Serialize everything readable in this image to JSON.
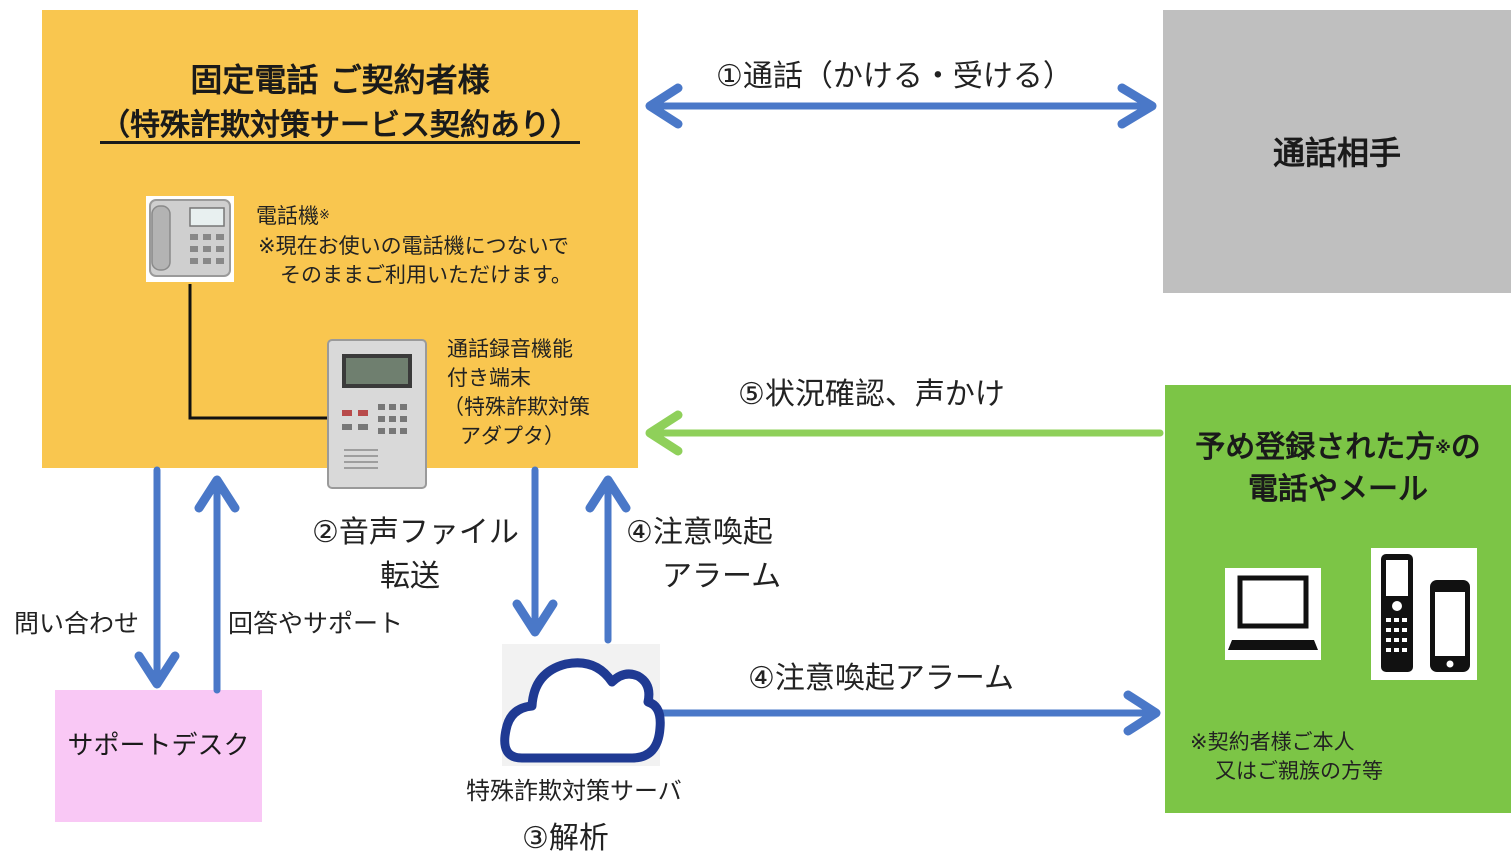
{
  "subscriber": {
    "title": "固定電話 ご契約者様",
    "subtitle": "（特殊詐欺対策サービス契約あり）",
    "phone_label": "電話機",
    "phone_mark": "※",
    "phone_note_1": "※現在お使いの電話機につないで",
    "phone_note_2": "そのままご利用いただけます。",
    "adapter_line_1": "通話録音機能",
    "adapter_line_2": "付き端末",
    "adapter_line_3": "（特殊詐欺対策",
    "adapter_line_4": "アダプタ）"
  },
  "partner": {
    "label": "通話相手"
  },
  "registered": {
    "title_line_1_a": "予め登録された方",
    "title_mark": "※",
    "title_line_1_b": "の",
    "title_line_2": "電話やメール",
    "note_1": "※契約者様ご本人",
    "note_2": "又はご親族の方等"
  },
  "support_desk": {
    "label": "サポートデスク"
  },
  "server": {
    "label": "特殊詐欺対策サーバ",
    "step": "③解析"
  },
  "flows": {
    "call": "①通話（かける・受ける）",
    "upload_1": "②音声ファイル",
    "upload_2": "転送",
    "alert_up_1": "④注意喚起",
    "alert_up_2": "アラーム",
    "alert_right": "④注意喚起アラーム",
    "check": "⑤状況確認、声かけ",
    "inquiry": "問い合わせ",
    "answer": "回答やサポート"
  },
  "colors": {
    "subscriber_bg": "#f9c64f",
    "partner_bg": "#bfbfbf",
    "registered_bg": "#7cc546",
    "support_bg": "#f9c8f5",
    "arrow_blue": "#4a78c8",
    "arrow_green": "#8fd05a",
    "cloud": "#1f3a93"
  }
}
